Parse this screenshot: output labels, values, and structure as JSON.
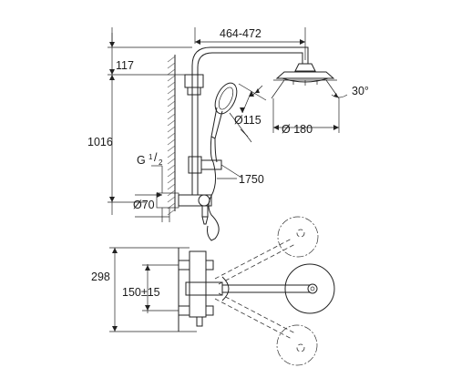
{
  "diagram": {
    "labels": {
      "arm_width": "464-472",
      "top_offset": "117",
      "total_height": "1016",
      "head_angle": "30°",
      "hand_shower_dia": "Ø115",
      "head_dia": "Ø 180",
      "thread": "G",
      "thread_num": "1",
      "thread_den": "2",
      "hose_length": "1750",
      "rosette_dia": "Ø70",
      "top_view_depth": "298",
      "inlet_spacing": "150±15"
    }
  }
}
